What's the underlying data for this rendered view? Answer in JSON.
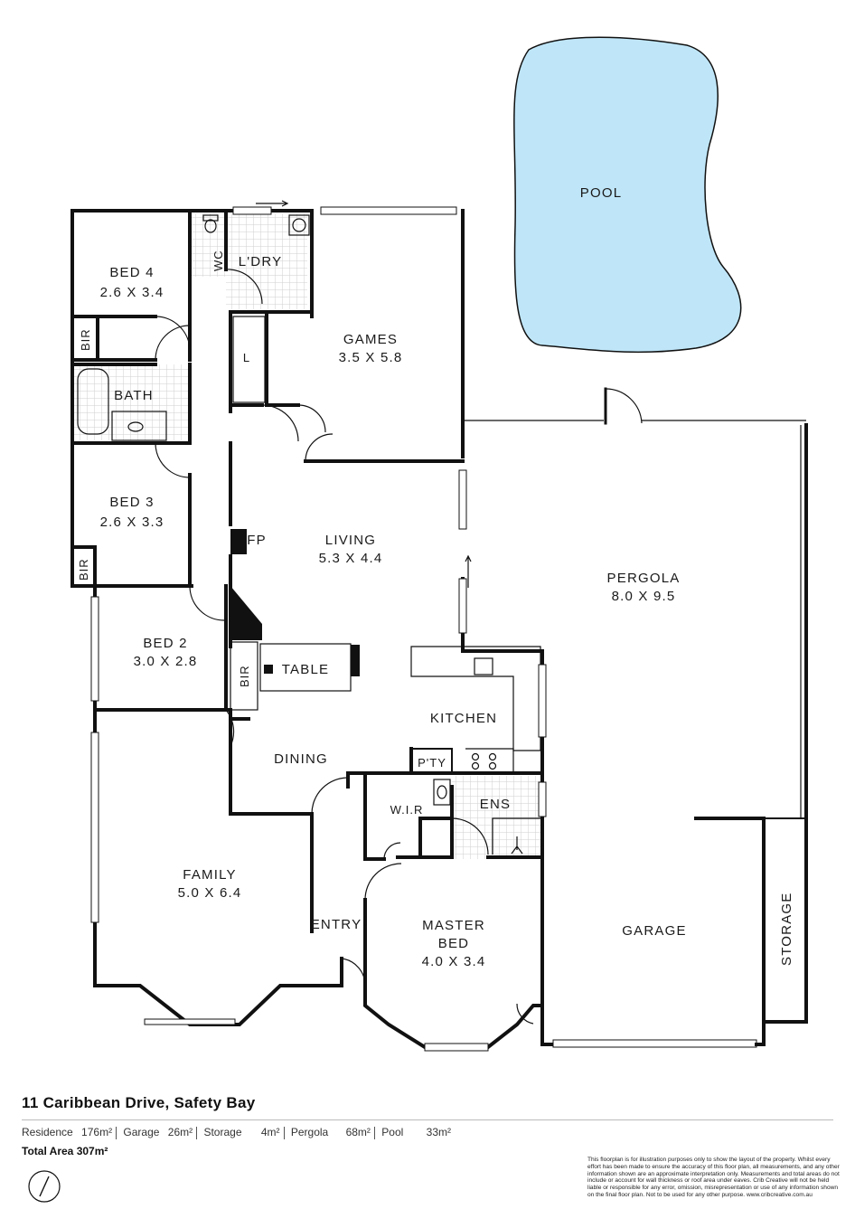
{
  "rooms": {
    "pool": {
      "name": "POOL"
    },
    "bed4": {
      "name": "BED 4",
      "size": "2.6 X 3.4"
    },
    "wc": {
      "name": "WC"
    },
    "laundry": {
      "name": "L'DRY"
    },
    "games": {
      "name": "GAMES",
      "size": "3.5 X 5.8"
    },
    "linen": {
      "name": "L"
    },
    "bir_bed4": {
      "name": "BIR"
    },
    "bath": {
      "name": "BATH"
    },
    "bed3": {
      "name": "BED 3",
      "size": "2.6 X 3.3"
    },
    "bir_bed3": {
      "name": "BIR"
    },
    "fireplace": {
      "name": "FP"
    },
    "living": {
      "name": "LIVING",
      "size": "5.3 X 4.4"
    },
    "pergola": {
      "name": "PERGOLA",
      "size": "8.0 X 9.5"
    },
    "bed2": {
      "name": "BED 2",
      "size": "3.0 X 2.8"
    },
    "bir_bed2": {
      "name": "BIR"
    },
    "table": {
      "name": "TABLE"
    },
    "kitchen": {
      "name": "KITCHEN"
    },
    "pantry": {
      "name": "P'TY"
    },
    "dining": {
      "name": "DINING"
    },
    "wir": {
      "name": "W.I.R"
    },
    "ensuite": {
      "name": "ENS"
    },
    "family": {
      "name": "FAMILY",
      "size": "5.0 X 6.4"
    },
    "entry": {
      "name": "ENTRY"
    },
    "master": {
      "name": "MASTER",
      "name2": "BED",
      "size": "4.0 X 3.4"
    },
    "garage": {
      "name": "GARAGE"
    },
    "storage": {
      "name": "STORAGE"
    }
  },
  "footer": {
    "address": "11 Caribbean Drive, Safety Bay",
    "areas": [
      {
        "label": "Residence",
        "value": "176m²"
      },
      {
        "label": "Garage",
        "value": "26m²"
      },
      {
        "label": "Storage",
        "value": "4m²"
      },
      {
        "label": "Pergola",
        "value": "68m²"
      },
      {
        "label": "Pool",
        "value": "33m²"
      }
    ],
    "total_label": "Total Area",
    "total_value": "307m²",
    "disclaimer": "This floorplan is for illustration purposes only to show the layout of the property. Whilst every effort has been made to ensure the accuracy of this floor plan, all measurements, and any other information shown are an approximate interpretation only. Measurements and total areas do not include or account for wall thickness or roof area under eaves. Crib Creative will not be held liable or responsible for any error, omission, misrepresentation or use of any information shown on the final floor plan. Not to be used for any other purpose. www.cribcreative.com.au"
  },
  "colors": {
    "pool": "#bfe6f8",
    "wall": "#111111",
    "tile": "#d4d4d4"
  }
}
